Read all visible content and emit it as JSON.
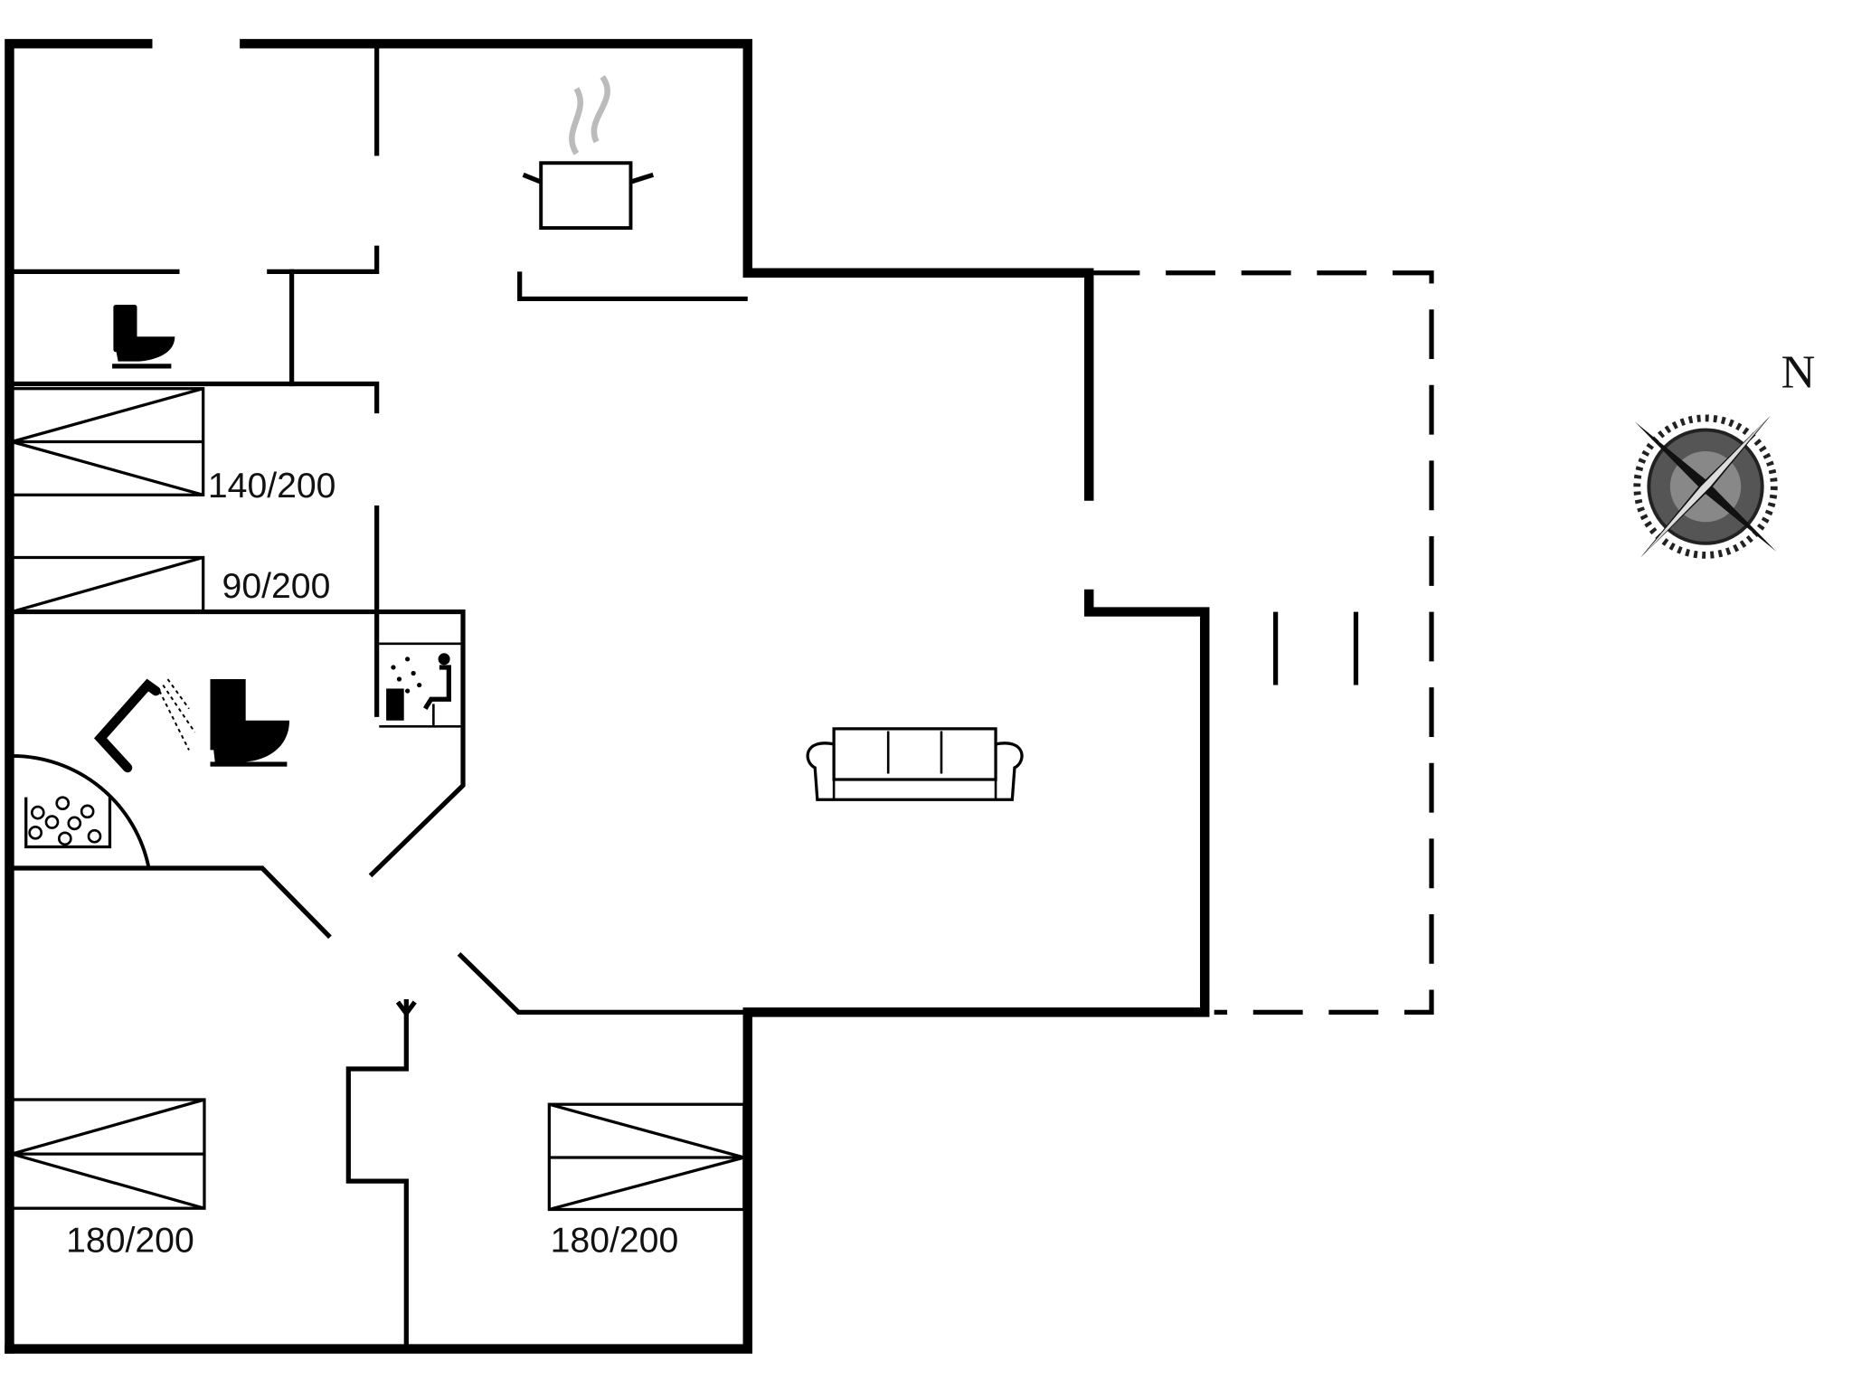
{
  "plan": {
    "beds": [
      {
        "id": "bed-1",
        "label": "140/200"
      },
      {
        "id": "bed-2",
        "label": "90/200"
      },
      {
        "id": "bed-3",
        "label": "180/200"
      },
      {
        "id": "bed-4",
        "label": "180/200"
      }
    ],
    "rooms": [
      {
        "id": "kitchen",
        "icon": "cooking-pot-icon"
      },
      {
        "id": "toilet",
        "icon": "toilet-icon"
      },
      {
        "id": "bathroom",
        "icons": [
          "shower-icon",
          "toilet-icon",
          "spa-bath-icon"
        ]
      },
      {
        "id": "sauna",
        "icon": "sauna-icon"
      },
      {
        "id": "living-room",
        "icon": "sofa-icon"
      },
      {
        "id": "terrace",
        "style": "dashed"
      }
    ],
    "compass": {
      "north_label": "N"
    }
  }
}
